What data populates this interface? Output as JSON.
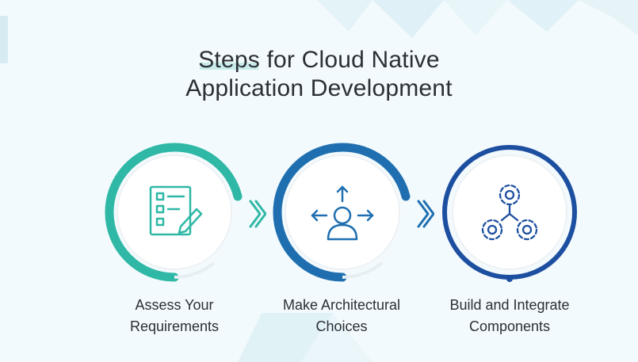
{
  "title": {
    "highlight": "Steps",
    "line1_rest": " for Cloud Native",
    "line2": "Application Development"
  },
  "steps": [
    {
      "line1": "Assess Your",
      "line2": "Requirements",
      "icon": "checklist-pencil-icon",
      "color": "#2fb8a6"
    },
    {
      "line1": "Make Architectural",
      "line2": "Choices",
      "icon": "person-arrows-icon",
      "color": "#1f6fb0"
    },
    {
      "line1": "Build and Integrate",
      "line2": "Components",
      "icon": "gears-icon",
      "color": "#1d4fa0"
    }
  ],
  "colors": {
    "teal": "#2fb8a6",
    "blue": "#1f6fb0",
    "navy": "#1d4fa0",
    "text": "#2b2f36",
    "background": "#f3fafd"
  }
}
